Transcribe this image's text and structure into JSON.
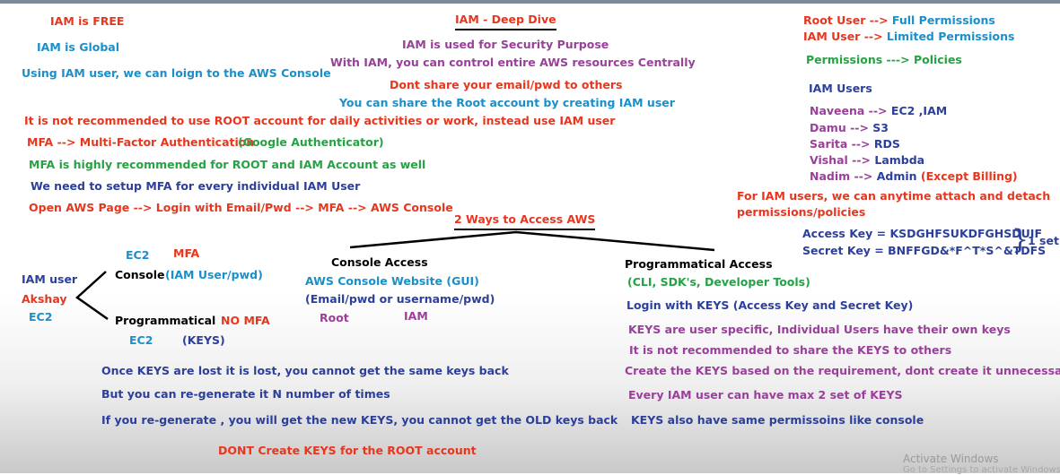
{
  "left": {
    "iam_free": "IAM is FREE",
    "iam_global": "IAM is Global",
    "login_console": "Using IAM user, we can loign to the AWS Console",
    "not_recommended": "It is not recommended to use ROOT account for daily activities or work, instead use IAM user",
    "mfa_full": "MFA --> Multi-Factor Authentication",
    "google_auth": "(Google Authenticator)",
    "mfa_recommended": "MFA is highly recommended for ROOT and IAM Account as well",
    "setup_mfa": "We need to setup MFA for every individual IAM User",
    "open_page": "Open AWS Page --> Login with Email/Pwd --> MFA --> AWS Console"
  },
  "center_top": {
    "title": "IAM - Deep Dive",
    "security": "IAM is used for Security Purpose",
    "control": "With IAM, you can control entire AWS resources Centrally",
    "dont_share": "Dont share your email/pwd to others",
    "share_root": "You can share the Root account by creating IAM user"
  },
  "right_top": {
    "root_user_label": "Root User -->",
    "root_user_value": "Full Permissions",
    "iam_user_label": "IAM User -->",
    "iam_user_value": "Limited Permissions",
    "permissions": "Permissions ---> Policies",
    "iam_users_heading": "IAM Users",
    "users": [
      {
        "name": "Naveena -->",
        "svc": "EC2 ,IAM"
      },
      {
        "name": "Damu -->",
        "svc": "S3"
      },
      {
        "name": "Sarita -->",
        "svc": "RDS"
      },
      {
        "name": "Vishal -->",
        "svc": "Lambda"
      },
      {
        "name": "Nadim -->",
        "svc": "Admin",
        "extra": "(Except Billing)"
      }
    ],
    "attach_line1": "For IAM users, we can anytime attach and detach",
    "attach_line2": "permissions/policies",
    "access_key": "Access Key = KSDGHFSUKDFGHSDUIF",
    "secret_key": "Secret Key = BNFFGD&*F^T*S^&TDFS",
    "one_set": "1 set"
  },
  "diagram": {
    "ways_title": "2 Ways to Access AWS",
    "console_access": "Console Access",
    "console_website": "AWS Console Website (GUI)",
    "console_creds": "(Email/pwd or username/pwd)",
    "root": "Root",
    "iam": "IAM",
    "programmatic_access": "Programmatical Access",
    "prog_tools": "(CLI, SDK's, Developer Tools)",
    "login_keys": "Login with KEYS (Access Key and Secret Key)",
    "keys_user_specific": "KEYS are user specific, Individual Users have their own keys",
    "keys_not_share": "It is not recommended to share the KEYS to others",
    "create_keys": "Create the KEYS based on the requirement, dont create it unnecessarily",
    "max_keys": "Every IAM user can have max 2 set of KEYS",
    "keys_permissions": "KEYS also have same permissoins like console"
  },
  "iam_user_diagram": {
    "iam_user": "IAM user",
    "akshay": "Akshay",
    "ec2_left": "EC2",
    "ec2_top": "EC2",
    "mfa": "MFA",
    "console": "Console",
    "iam_user_pwd": "(IAM User/pwd)",
    "programmatical": "Programmatical",
    "no_mfa": "NO MFA",
    "ec2_bottom": "EC2",
    "keys": "(KEYS)"
  },
  "bottom": {
    "keys_lost": "Once KEYS are lost it is lost, you cannot get the same keys back",
    "regenerate": "But you can re-generate it N number of times",
    "regenerate_new": "If you re-generate , you will get the new KEYS, you cannot get the OLD keys back",
    "dont_create_root": "DONT Create KEYS for the ROOT account"
  },
  "watermark": {
    "title": "Activate Windows",
    "subtitle": "Go to Settings to activate Windows."
  }
}
